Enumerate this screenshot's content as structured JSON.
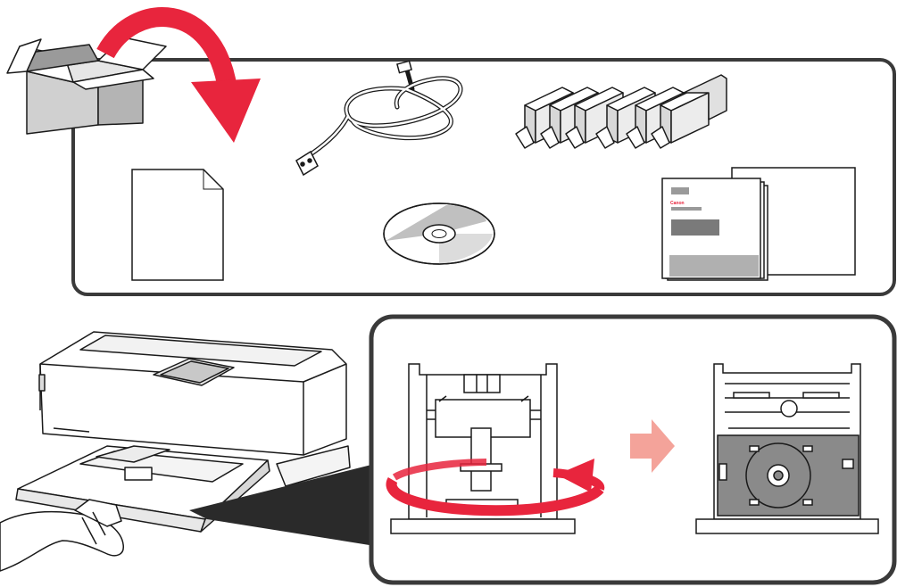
{
  "manual_page": {
    "panels": {
      "box_contents": {
        "items": [
          {
            "name": "setup-sheet"
          },
          {
            "name": "power-cord"
          },
          {
            "name": "ink-tanks",
            "count": 6
          },
          {
            "name": "setup-cd-rom"
          },
          {
            "name": "manuals"
          }
        ]
      },
      "disc_tray_removal": {
        "steps": [
          "rotate-tray",
          "flip-to-disc-side"
        ]
      }
    },
    "manual_cover": {
      "brand_text": "Canon"
    },
    "colors": {
      "accent_red": "#e8253d",
      "arrow_pink": "#f4a39a",
      "panel_border": "#3a3a3a",
      "disc_tray_gray": "#8a8a8a",
      "box_gray": "#c8c8c8"
    },
    "icons": [
      "curved-arrow-icon",
      "rotate-arrow-icon",
      "next-step-arrow-icon"
    ]
  }
}
